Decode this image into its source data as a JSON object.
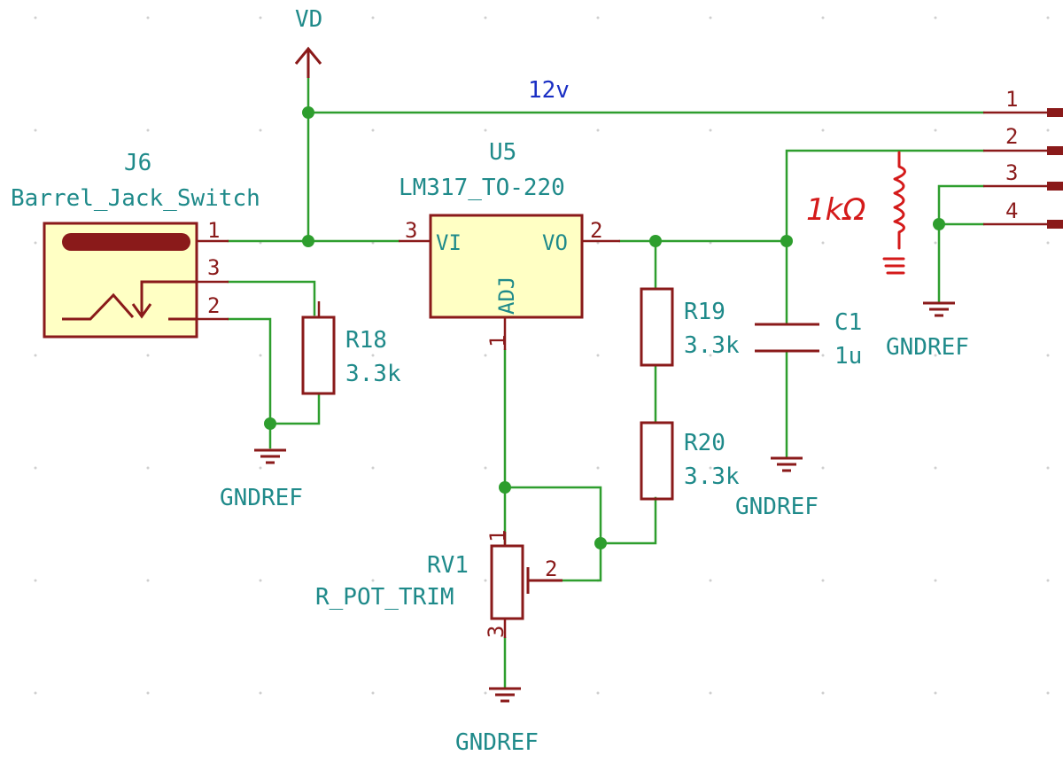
{
  "power": {
    "vd_label": "VD",
    "net_12v": "12v"
  },
  "j6": {
    "ref": "J6",
    "value": "Barrel_Jack_Switch",
    "pins": [
      "1",
      "3",
      "2"
    ]
  },
  "u5": {
    "ref": "U5",
    "value": "LM317_TO-220",
    "pin_vi": "VI",
    "pin_vo": "VO",
    "pin_adj": "ADJ",
    "pins": [
      "3",
      "2",
      "1"
    ]
  },
  "r18": {
    "ref": "R18",
    "value": "3.3k"
  },
  "r19": {
    "ref": "R19",
    "value": "3.3k"
  },
  "r20": {
    "ref": "R20",
    "value": "3.3k"
  },
  "c1": {
    "ref": "C1",
    "value": "1u"
  },
  "rv1": {
    "ref": "RV1",
    "value": "R_POT_TRIM",
    "pins": [
      "1",
      "2",
      "3"
    ]
  },
  "connector": {
    "pins": [
      "1",
      "2",
      "3",
      "4"
    ]
  },
  "gnd": {
    "label": "GNDREF"
  },
  "annotation": {
    "text": "1kΩ"
  }
}
